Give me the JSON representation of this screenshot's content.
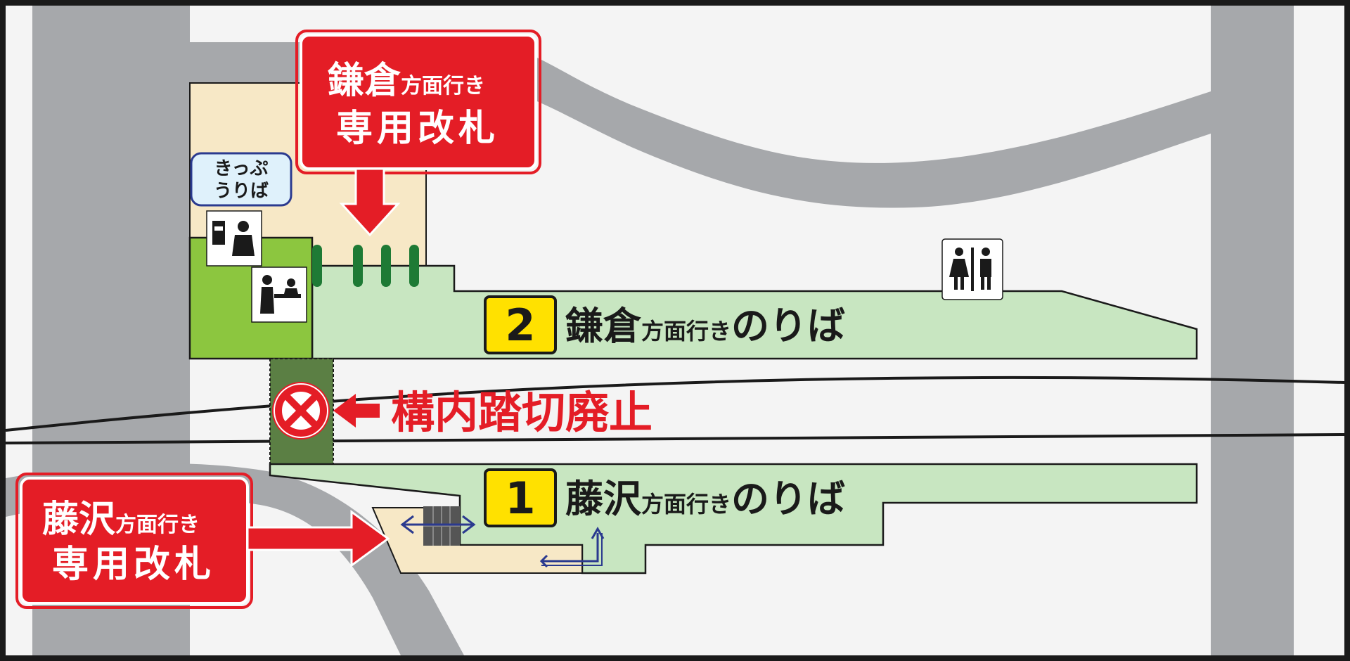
{
  "colors": {
    "road": "#a6a8ab",
    "ground": "#f4f4f4",
    "platform": "#c8e6c1",
    "station_building": "#f7e8c6",
    "gate_area": "#8cc63f",
    "crossing": "#5b7f44",
    "alert_red": "#e41d26",
    "platform_sign": "#ffe100",
    "ticket_sign_bg": "#dff1fb",
    "ticket_sign_border": "#2b3a8f",
    "gate_green": "#1e7a35",
    "arrow_blue": "#2b3a8f"
  },
  "kamakura_gate": {
    "destination": "鎌倉",
    "direction": "方面行き",
    "gate_label": "専用改札"
  },
  "fujisawa_gate": {
    "destination": "藤沢",
    "direction": "方面行き",
    "gate_label": "専用改札"
  },
  "ticket_office": {
    "line1": "きっぷ",
    "line2": "うりば"
  },
  "platform_2": {
    "number": "2",
    "destination": "鎌倉",
    "direction": "方面行き",
    "suffix": "のりば"
  },
  "platform_1": {
    "number": "1",
    "destination": "藤沢",
    "direction": "方面行き",
    "suffix": "のりば"
  },
  "crossing_notice": {
    "text": "構内踏切廃止"
  },
  "icons": {
    "ticket_machine": "ticket-machine-icon",
    "station_staff": "station-staff-icon",
    "restroom": "restroom-icon",
    "no_entry": "no-entry-icon",
    "stairs": "stairs-icon"
  }
}
